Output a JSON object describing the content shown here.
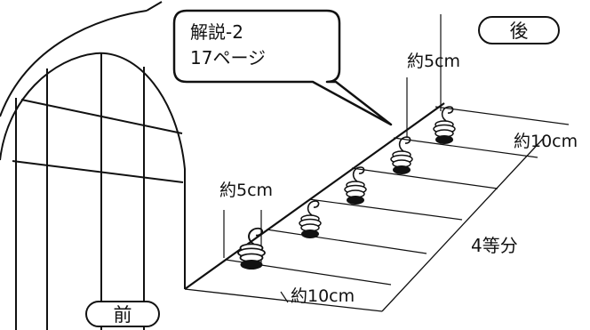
{
  "callout": {
    "line1": "解説-2",
    "line2": "17ページ"
  },
  "labels": {
    "back": "後",
    "front": "前",
    "spacing_back_top": "約5cm",
    "spacing_right": "約10cm",
    "spacing_front_top": "約5cm",
    "spacing_bottom": "約10cm",
    "divisions": "4等分"
  },
  "colors": {
    "ink": "#111111",
    "paper": "#ffffff"
  }
}
